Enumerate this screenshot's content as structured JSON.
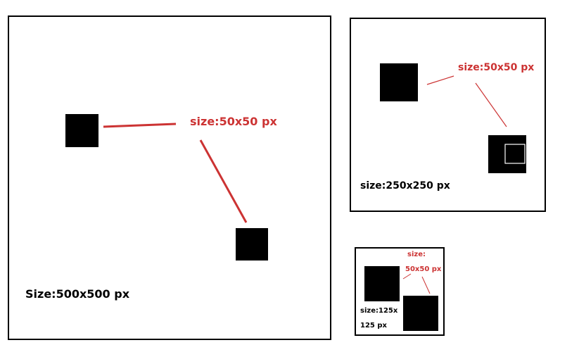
{
  "colors": {
    "annotation": "#cc3333",
    "square": "#000000",
    "border": "#000000"
  },
  "panels": {
    "large": {
      "size_label": "Size:500x500  px",
      "annotation": "size:50x50 px"
    },
    "medium": {
      "size_label": "size:250x250 px",
      "annotation": "size:50x50 px"
    },
    "small": {
      "size_label_line1": "size:125x",
      "size_label_line2": "125 px",
      "annotation_line1": "size:",
      "annotation_line2": "50x50 px"
    }
  }
}
